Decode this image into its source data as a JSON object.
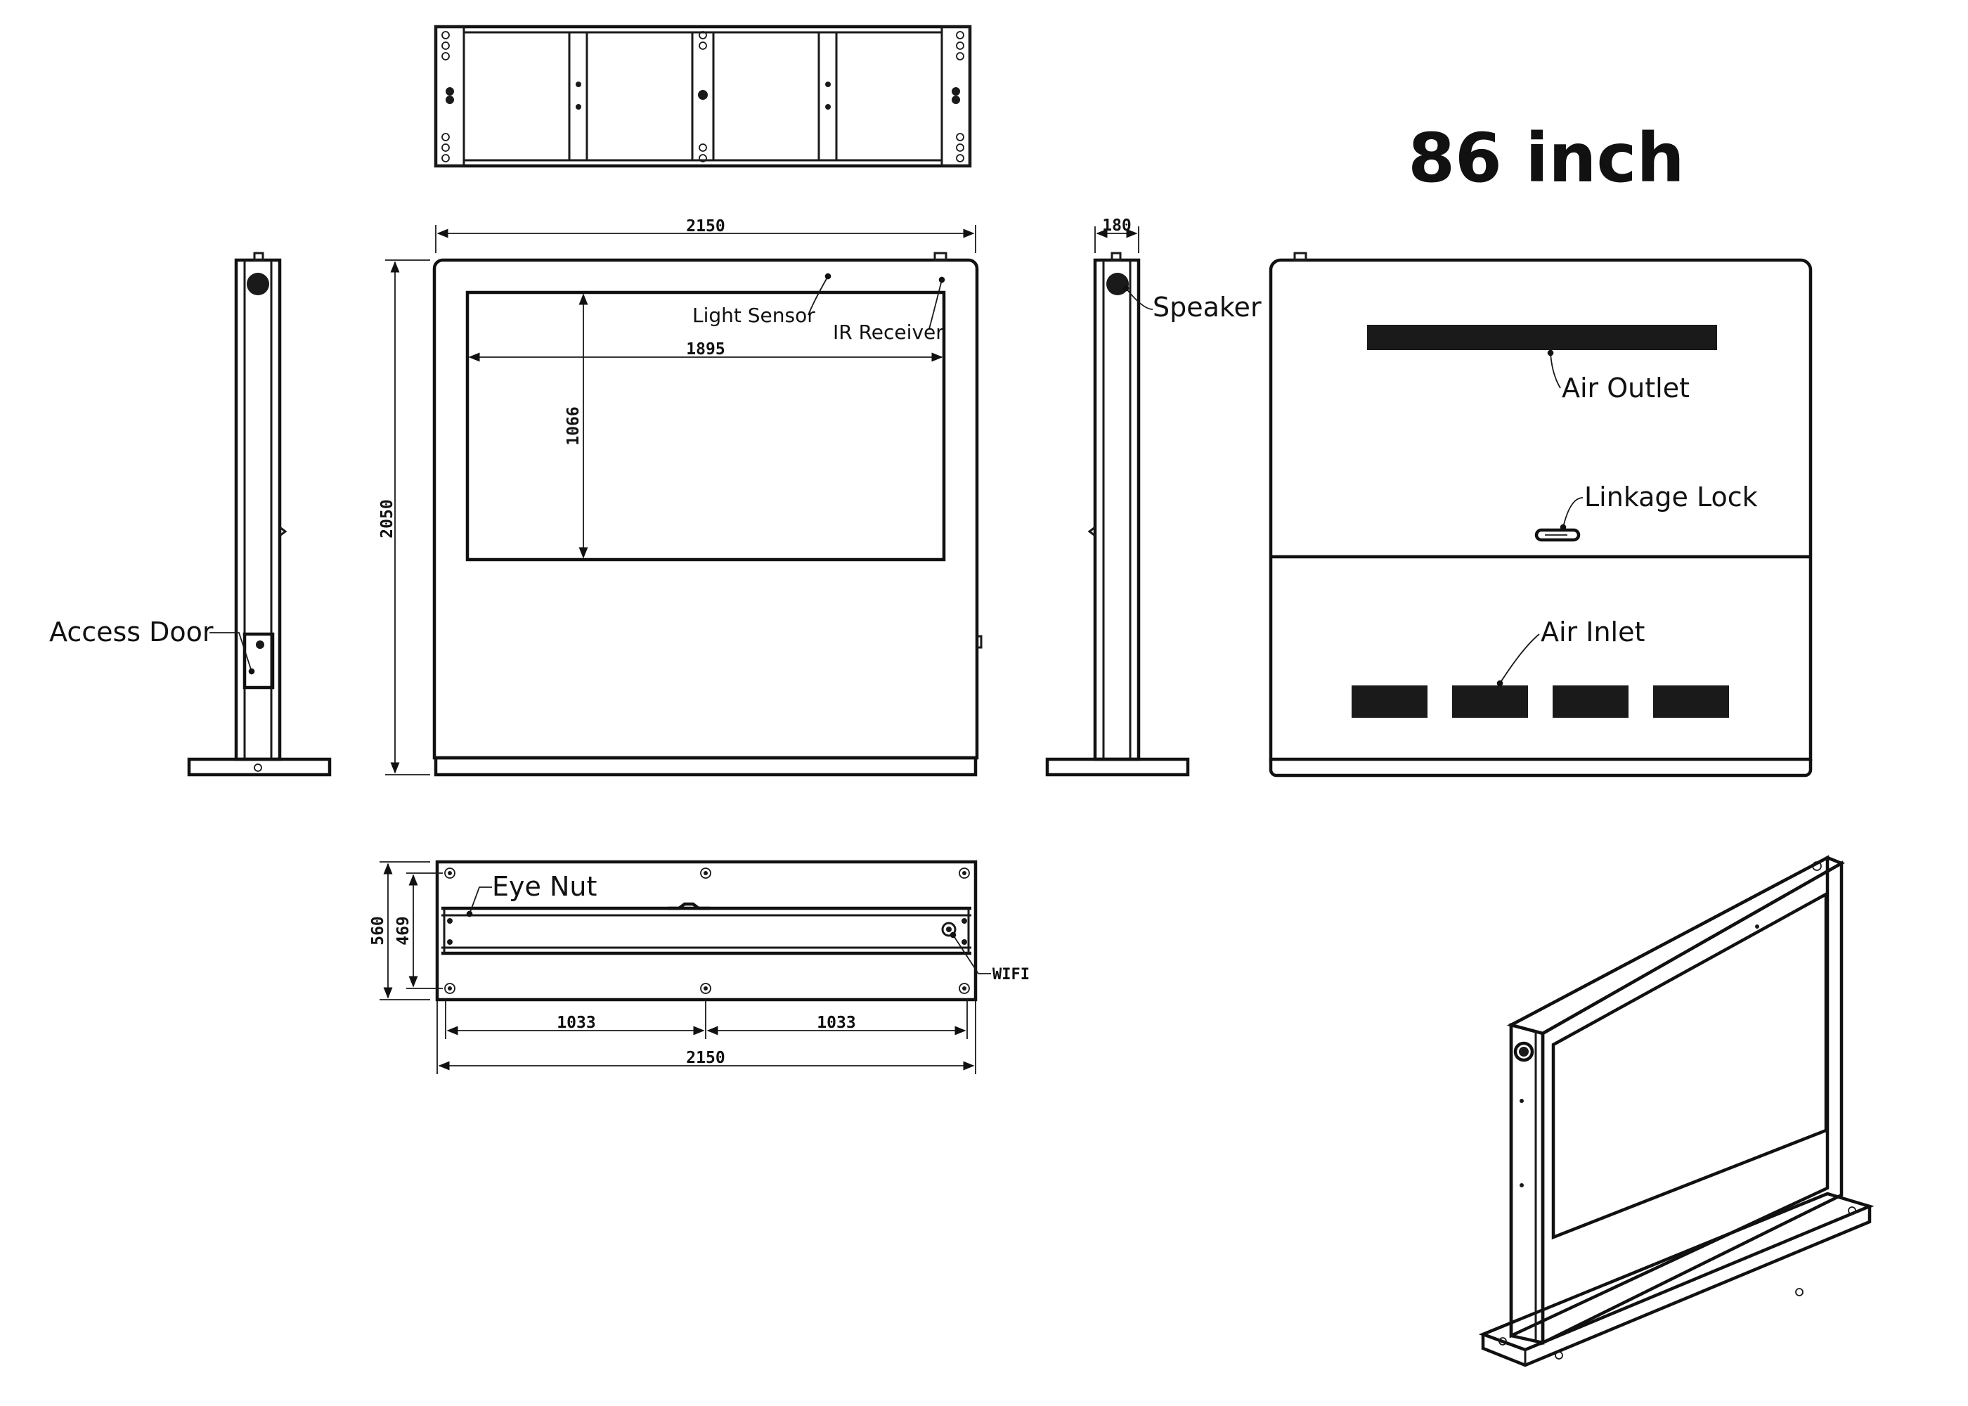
{
  "title": "86 inch",
  "dimensions": {
    "overall_width": "2150",
    "overall_height": "2050",
    "screen_width": "1895",
    "screen_height": "1066",
    "depth": "180",
    "base_depth": "560",
    "inner_depth": "469",
    "half_left": "1033",
    "half_right": "1033",
    "base_width": "2150"
  },
  "callouts": {
    "light_sensor": "Light Sensor",
    "ir_receiver": "IR Receiver",
    "speaker": "Speaker",
    "access_door": "Access Door",
    "air_outlet": "Air Outlet",
    "linkage_lock": "Linkage Lock",
    "air_inlet": "Air Inlet",
    "eye_nut": "Eye Nut",
    "wifi": "WIFI"
  }
}
